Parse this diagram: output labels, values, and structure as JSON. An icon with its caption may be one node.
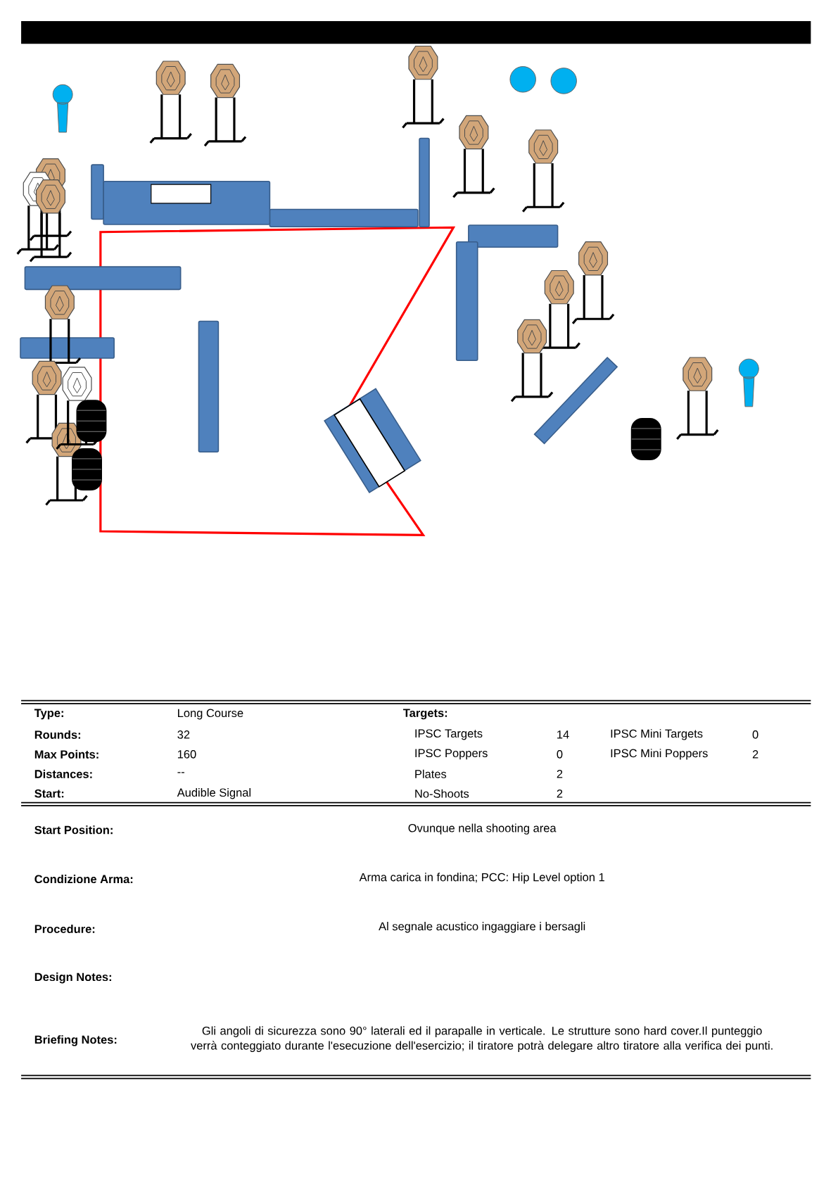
{
  "diagram": {
    "labels": [
      "Type:",
      "Long Course",
      "Targets:",
      "Rounds:",
      "32",
      "IPSC Targets",
      "14",
      "IPSC Mini Targets",
      "0",
      "Max Points:",
      "160",
      "IPSC Poppers",
      "0",
      "IPSC Mini Poppers",
      "2",
      "Distances:",
      "--",
      "Plates",
      "2",
      "Start:",
      "Audible Signal",
      "No-Shoots",
      "2",
      "Start Position:",
      "Ovunque nella shooting area",
      "Condizione Arma:",
      "Arma carica in fondina; PCC: Hip Level option 1",
      "Procedure:",
      "Al segnale acustico ingaggiare i bersagli",
      "Design Notes:",
      "Briefing Notes:",
      "Gli angoli di sicurezza sono 90° laterali ed il parapalle in verticale. Le strutture sono hard cover.Il punteggio verrà conteggiato durante l'esecuzione dell'esercizio; il tiratore potrà delegare altro tiratore alla verifica  dei punti."
    ]
  }
}
